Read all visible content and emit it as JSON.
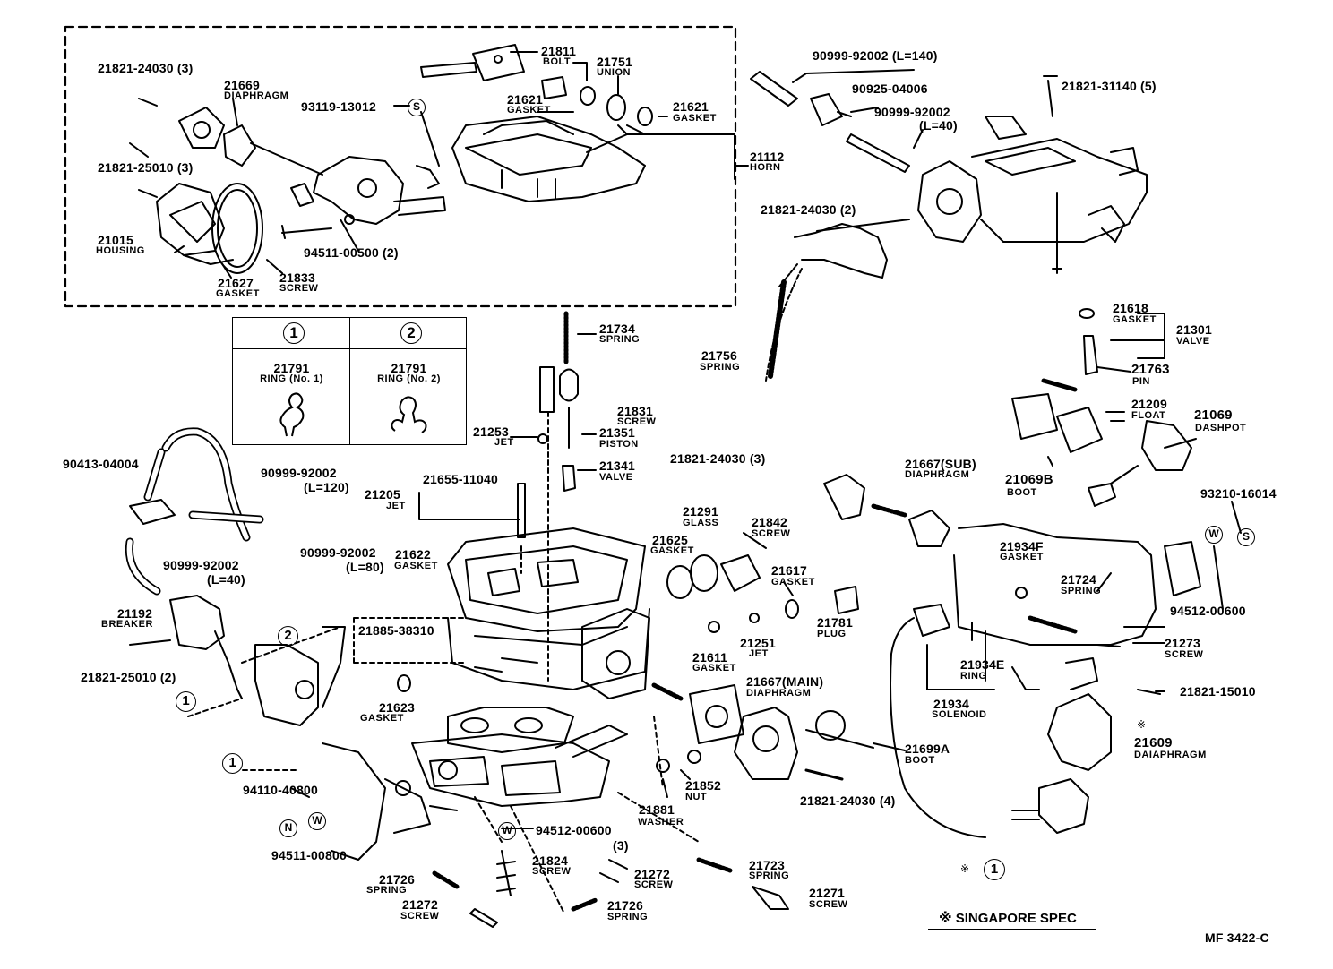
{
  "legend": {
    "col1": {
      "symbol": "1",
      "part": "21791",
      "name": "RING (No. 1)"
    },
    "col2": {
      "symbol": "2",
      "part": "21791",
      "name": "RING (No. 2)"
    }
  },
  "callouts": [
    {
      "part": "21811",
      "name": "BOLT"
    },
    {
      "part": "21751",
      "name": "UNION"
    },
    {
      "part": "21821-24030 (3)",
      "name": ""
    },
    {
      "part": "21669",
      "name": "DIAPHRAGM"
    },
    {
      "part": "93119-13012",
      "name": ""
    },
    {
      "part": "21621",
      "name": "GASKET"
    },
    {
      "part": "21621",
      "name": "GASKET"
    },
    {
      "part": "21821-25010 (3)",
      "name": ""
    },
    {
      "part": "21112",
      "name": "HORN"
    },
    {
      "part": "21015",
      "name": "HOUSING"
    },
    {
      "part": "94511-00500 (2)",
      "name": ""
    },
    {
      "part": "21833",
      "name": "SCREW"
    },
    {
      "part": "21627",
      "name": "GASKET"
    },
    {
      "part": "90999-92002 (L=140)",
      "name": ""
    },
    {
      "part": "90925-04006",
      "name": ""
    },
    {
      "part": "90999-92002",
      "name": "(L=40)"
    },
    {
      "part": "21821-31140 (5)",
      "name": ""
    },
    {
      "part": "21821-24030 (2)",
      "name": ""
    },
    {
      "part": "21756",
      "name": "SPRING"
    },
    {
      "part": "21734",
      "name": "SPRING"
    },
    {
      "part": "21618",
      "name": "GASKET"
    },
    {
      "part": "21301",
      "name": "VALVE"
    },
    {
      "part": "21763",
      "name": "PIN"
    },
    {
      "part": "21209",
      "name": "FLOAT"
    },
    {
      "part": "21069",
      "name": "DASHPOT"
    },
    {
      "part": "21831",
      "name": "SCREW"
    },
    {
      "part": "21253",
      "name": "JET"
    },
    {
      "part": "21351",
      "name": "PISTON"
    },
    {
      "part": "21341",
      "name": "VALVE"
    },
    {
      "part": "21821-24030 (3)",
      "name": ""
    },
    {
      "part": "21667(SUB)",
      "name": "DIAPHRAGM"
    },
    {
      "part": "21069B",
      "name": "BOOT"
    },
    {
      "part": "93210-16014",
      "name": ""
    },
    {
      "part": "90413-04004",
      "name": ""
    },
    {
      "part": "90999-92002",
      "name": "(L=120)"
    },
    {
      "part": "21205",
      "name": "JET"
    },
    {
      "part": "21655-11040",
      "name": ""
    },
    {
      "part": "21291",
      "name": "GLASS"
    },
    {
      "part": "21842",
      "name": "SCREW"
    },
    {
      "part": "21625",
      "name": "GASKET"
    },
    {
      "part": "21617",
      "name": "GASKET"
    },
    {
      "part": "21934F",
      "name": "GASKET"
    },
    {
      "part": "21724",
      "name": "SPRING"
    },
    {
      "part": "90999-92002",
      "name": "(L=40)"
    },
    {
      "part": "90999-92002",
      "name": "(L=80)"
    },
    {
      "part": "21622",
      "name": "GASKET"
    },
    {
      "part": "94512-00600",
      "name": ""
    },
    {
      "part": "21192",
      "name": "BREAKER"
    },
    {
      "part": "21885-38310",
      "name": ""
    },
    {
      "part": "21251",
      "name": "JET"
    },
    {
      "part": "21781",
      "name": "PLUG"
    },
    {
      "part": "21611",
      "name": "GASKET"
    },
    {
      "part": "21273",
      "name": "SCREW"
    },
    {
      "part": "21821-25010 (2)",
      "name": ""
    },
    {
      "part": "21934E",
      "name": "RING"
    },
    {
      "part": "21667(MAIN)",
      "name": "DIAPHRAGM"
    },
    {
      "part": "21821-15010",
      "name": ""
    },
    {
      "part": "21934",
      "name": "SOLENOID"
    },
    {
      "part": "21623",
      "name": "GASKET"
    },
    {
      "part": "21609",
      "name": "DAIAPHRAGM"
    },
    {
      "part": "21699A",
      "name": "BOOT"
    },
    {
      "part": "21852",
      "name": "NUT"
    },
    {
      "part": "21881",
      "name": "WASHER"
    },
    {
      "part": "21821-24030 (4)",
      "name": ""
    },
    {
      "part": "94110-40800",
      "name": ""
    },
    {
      "part": "94511-00800",
      "name": ""
    },
    {
      "part": "94512-00600",
      "name": ""
    },
    {
      "part": "21824",
      "name": "SCREW"
    },
    {
      "part": "(3)",
      "name": ""
    },
    {
      "part": "21272",
      "name": "SCREW"
    },
    {
      "part": "21723",
      "name": "SPRING"
    },
    {
      "part": "21726",
      "name": "SPRING"
    },
    {
      "part": "21271",
      "name": "SCREW"
    },
    {
      "part": "21272",
      "name": "SCREW"
    },
    {
      "part": "21726",
      "name": "SPRING"
    }
  ],
  "symbols": {
    "one": "1",
    "two": "2",
    "s": "S",
    "w": "W",
    "n": "N",
    "asterisk": "※"
  },
  "footnote": "※ SINGAPORE SPEC",
  "figure_code": "MF 3422-C"
}
